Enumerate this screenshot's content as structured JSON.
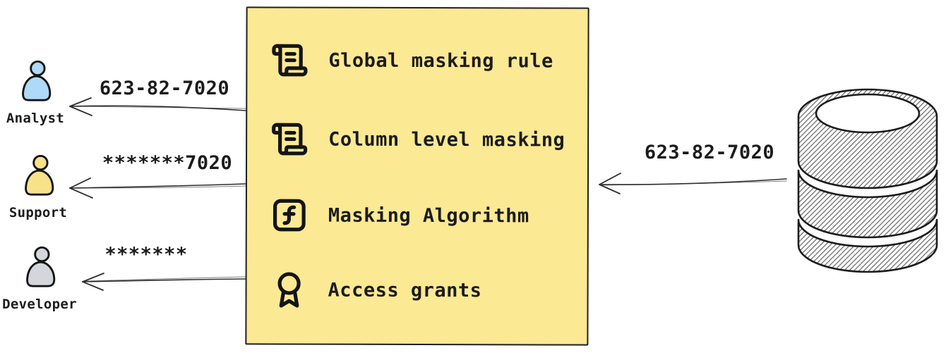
{
  "masking_box": {
    "fill_color": "#fbe993",
    "border_color": "#1f1f1f",
    "items": [
      {
        "icon": "scroll-rule-icon",
        "label": "Global masking rule"
      },
      {
        "icon": "scroll-rule-icon",
        "label": "Column level masking"
      },
      {
        "icon": "function-icon",
        "label": "Masking Algorithm"
      },
      {
        "icon": "award-icon",
        "label": "Access grants"
      }
    ]
  },
  "consumers": [
    {
      "icon": "person-icon",
      "role": "Analyst",
      "received_value": "623-82-7020",
      "color": "#aed9f7"
    },
    {
      "icon": "person-icon",
      "role": "Support",
      "received_value": "*******7020",
      "color": "#f7e28a"
    },
    {
      "icon": "person-icon",
      "role": "Developer",
      "received_value": "*******",
      "color": "#d3d7dc"
    }
  ],
  "source": {
    "icon": "database-icon",
    "outgoing_value": "623-82-7020"
  }
}
